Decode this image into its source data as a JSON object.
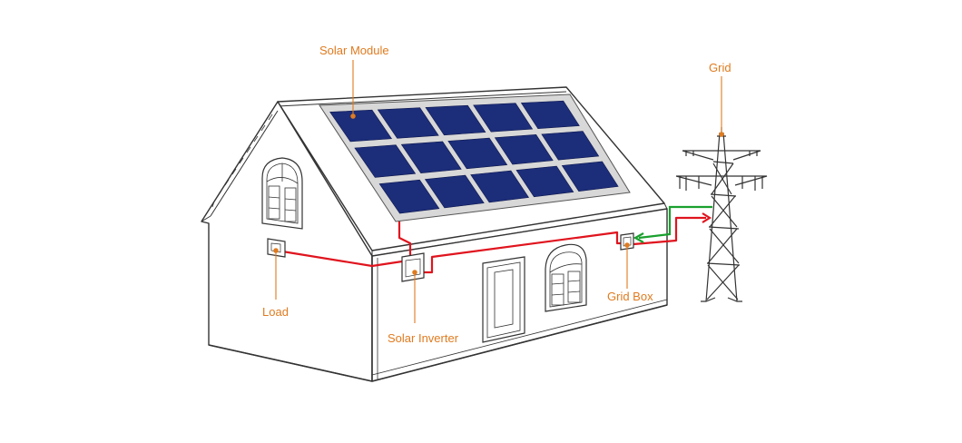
{
  "labels": {
    "solar_module": "Solar Module",
    "grid": "Grid",
    "load": "Load",
    "solar_inverter": "Solar Inverter",
    "grid_box": "Grid Box"
  },
  "colors": {
    "label": "#e07b1f",
    "panel": "#1c2d7a",
    "panel_frame": "#c8c8c8",
    "ac_line": "#e0141e",
    "grid_export": "#1aa02e",
    "outline": "#333333",
    "background": "#ffffff"
  },
  "icons": [
    "solar-panel-icon",
    "house-icon",
    "power-tower-icon",
    "inverter-icon",
    "grid-box-icon",
    "load-box-icon"
  ],
  "panel_grid": {
    "rows": 3,
    "cols": 5
  }
}
